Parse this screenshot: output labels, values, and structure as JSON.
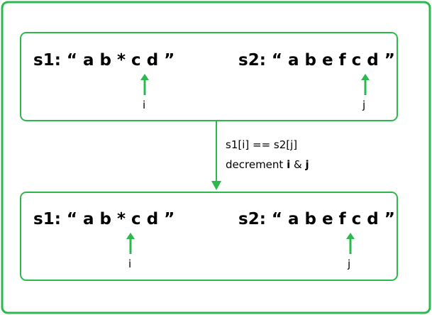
{
  "colors": {
    "accent": "#2db84d",
    "text": "#000000",
    "background": "#ffffff"
  },
  "top_box": {
    "s1_text": "s1: “ a b * c d ”",
    "s2_text": "s2: “ a b e f c d ”",
    "pointer_i": "i",
    "pointer_j": "j"
  },
  "transition": {
    "condition": "s1[i]  == s2[j]",
    "action_prefix": "decrement ",
    "action_i": "i",
    "action_amp": " & ",
    "action_j": "j"
  },
  "bottom_box": {
    "s1_text": "s1: “ a b * c d ”",
    "s2_text": "s2: “ a b e f c d ”",
    "pointer_i": "i",
    "pointer_j": "j"
  }
}
